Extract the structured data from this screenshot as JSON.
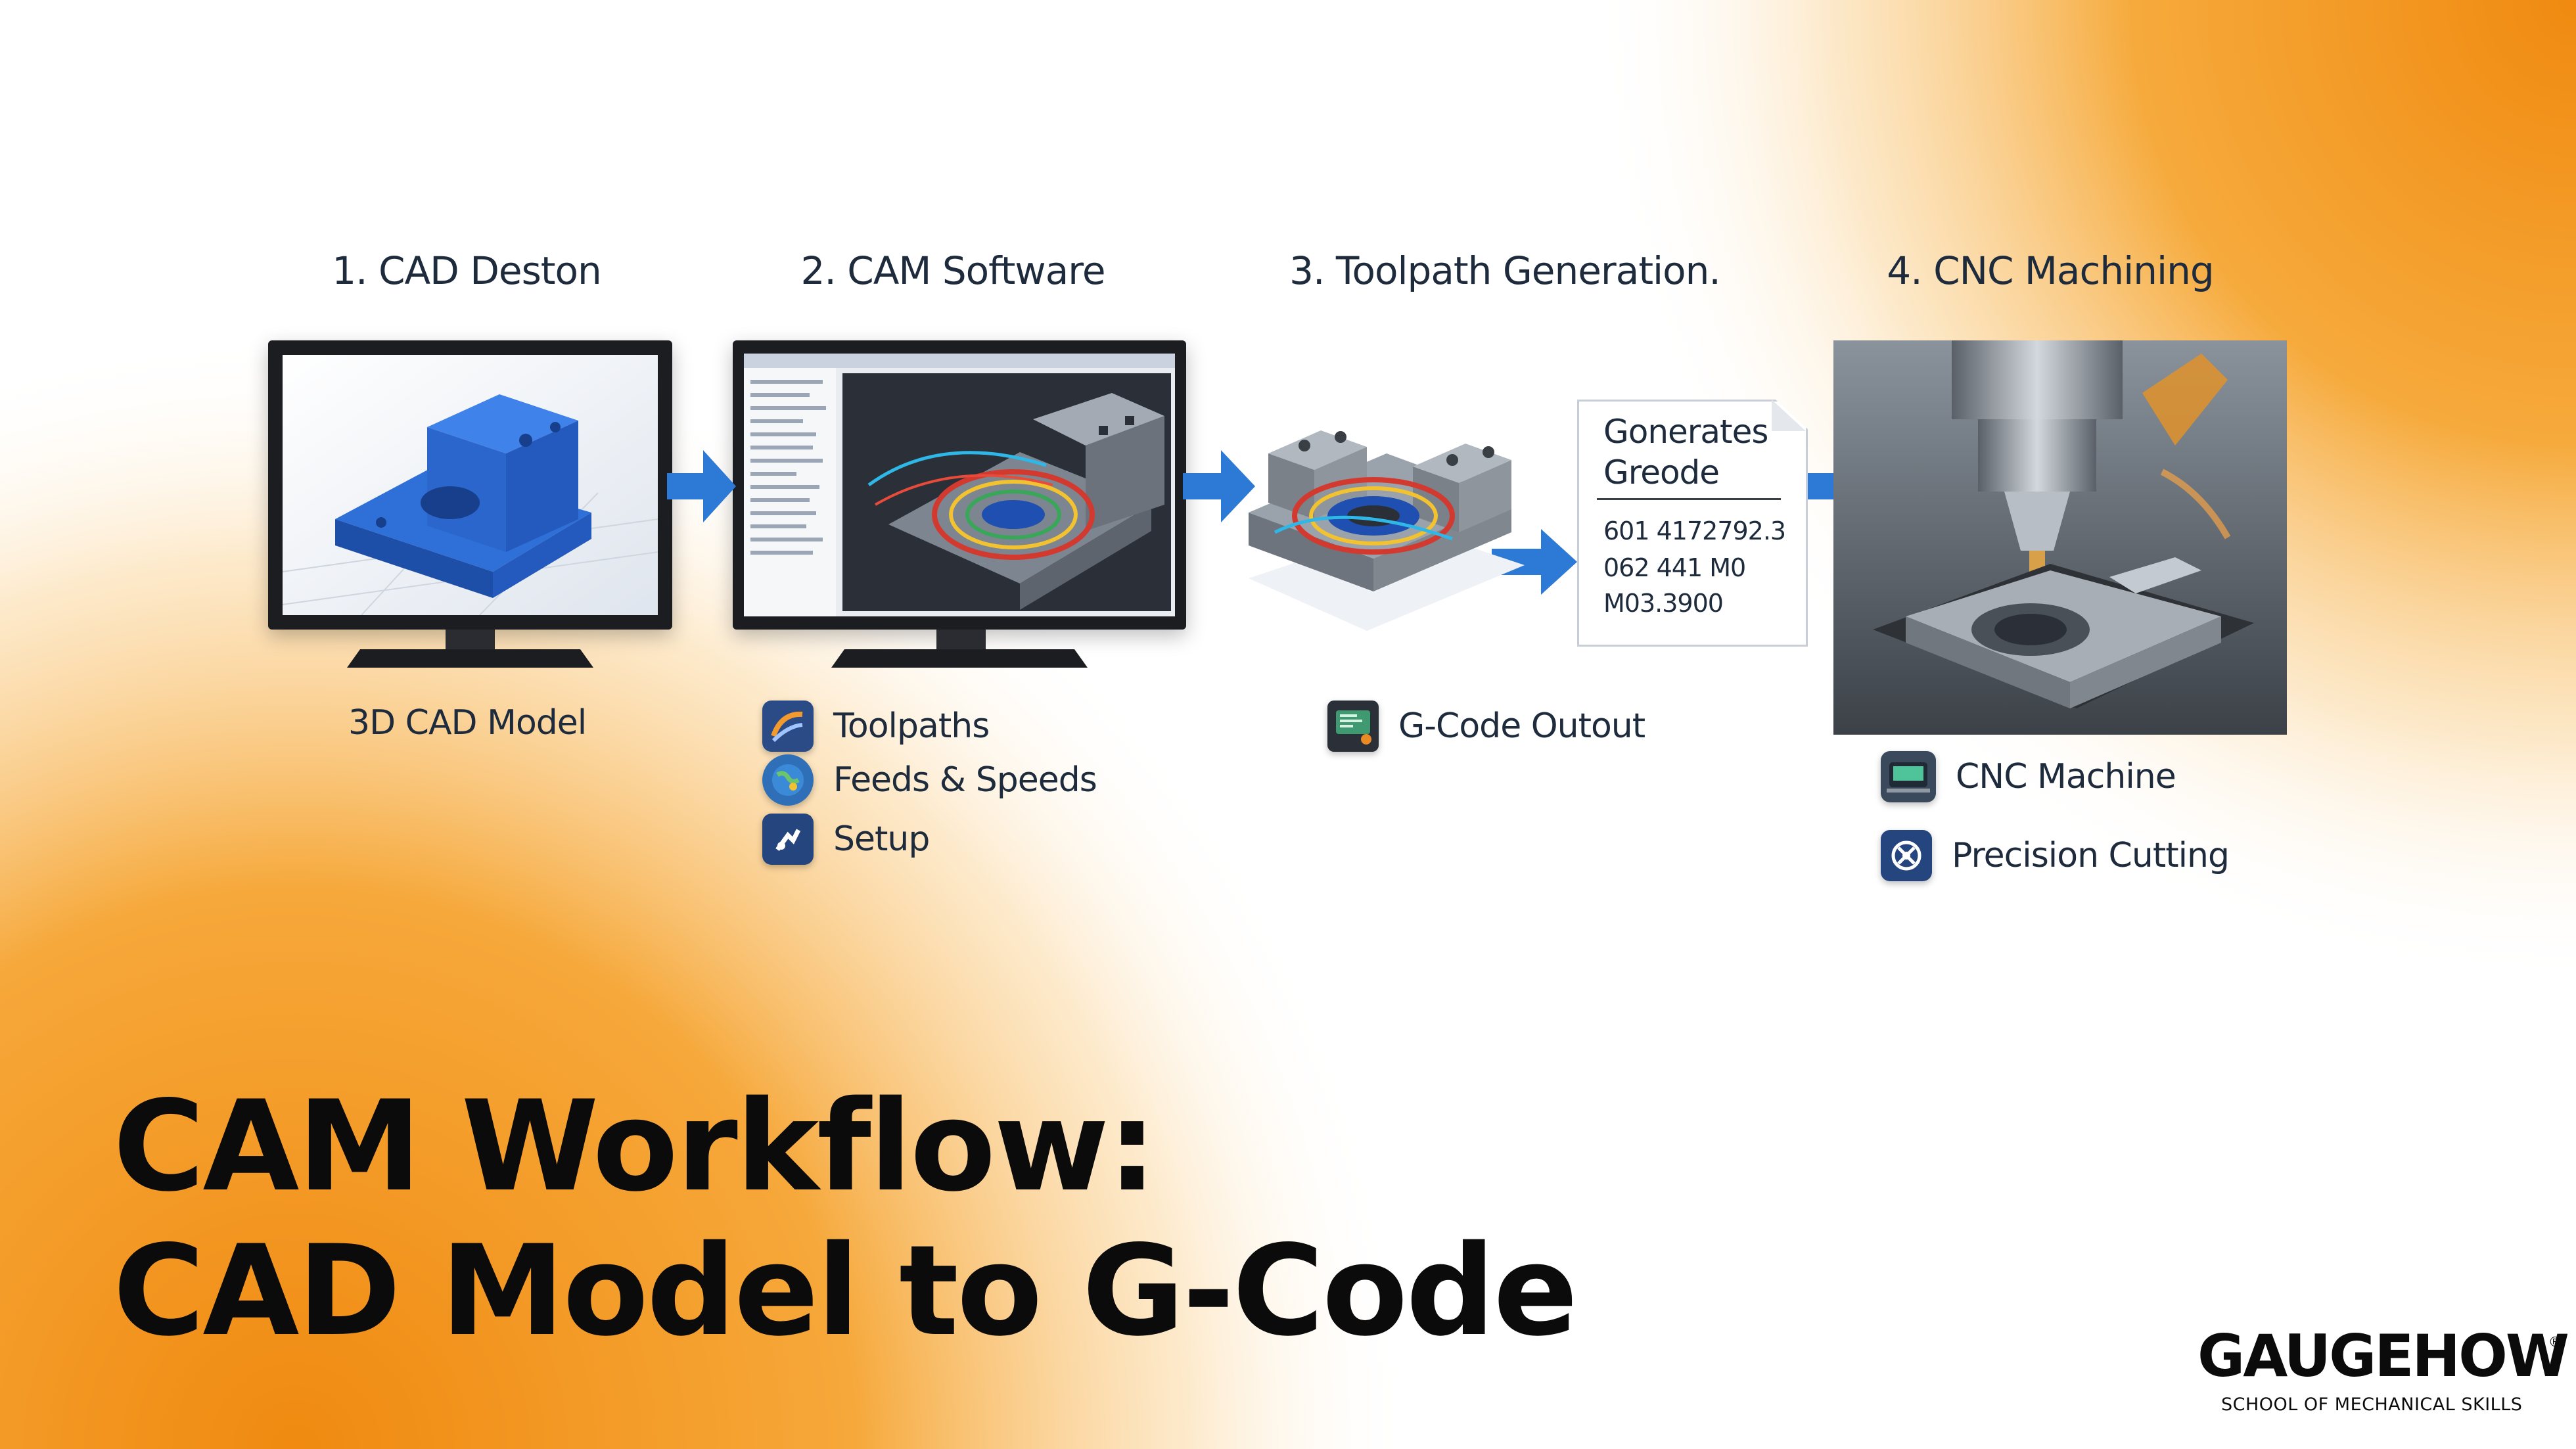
{
  "steps": [
    {
      "title": "1. CAD Deston",
      "caption": "3D CAD Model"
    },
    {
      "title": "2. CAM Software",
      "features": [
        "Toolpaths",
        "Feeds & Speeds",
        "Setup"
      ]
    },
    {
      "title": "3. Toolpath Generation.",
      "output_label": "G-Code Outout"
    },
    {
      "title": "4. CNC Machining",
      "features": [
        "CNC Machine",
        "Precision Cutting"
      ]
    }
  ],
  "gcode_document": {
    "heading": [
      "Gonerates",
      "Greode"
    ],
    "lines": [
      "601 4172792.3",
      "062 441 M0",
      "M03.3900"
    ]
  },
  "headline": {
    "line1": "CAM Workflow:",
    "line2": "CAD Model to G-Code"
  },
  "brand": {
    "name": "GAUGEHOW",
    "registered": "®",
    "tagline": "SCHOOL OF MECHANICAL SKILLS"
  },
  "colors": {
    "accent_orange": "#f39a1c",
    "arrow_blue": "#2c7ad6",
    "part_blue": "#2f6fd8",
    "text_dark": "#1e2b3c"
  },
  "icons": [
    "toolpath-icon",
    "globe-icon",
    "setup-icon",
    "computer-terminal-icon",
    "cnc-machine-icon",
    "cutting-tool-icon"
  ]
}
